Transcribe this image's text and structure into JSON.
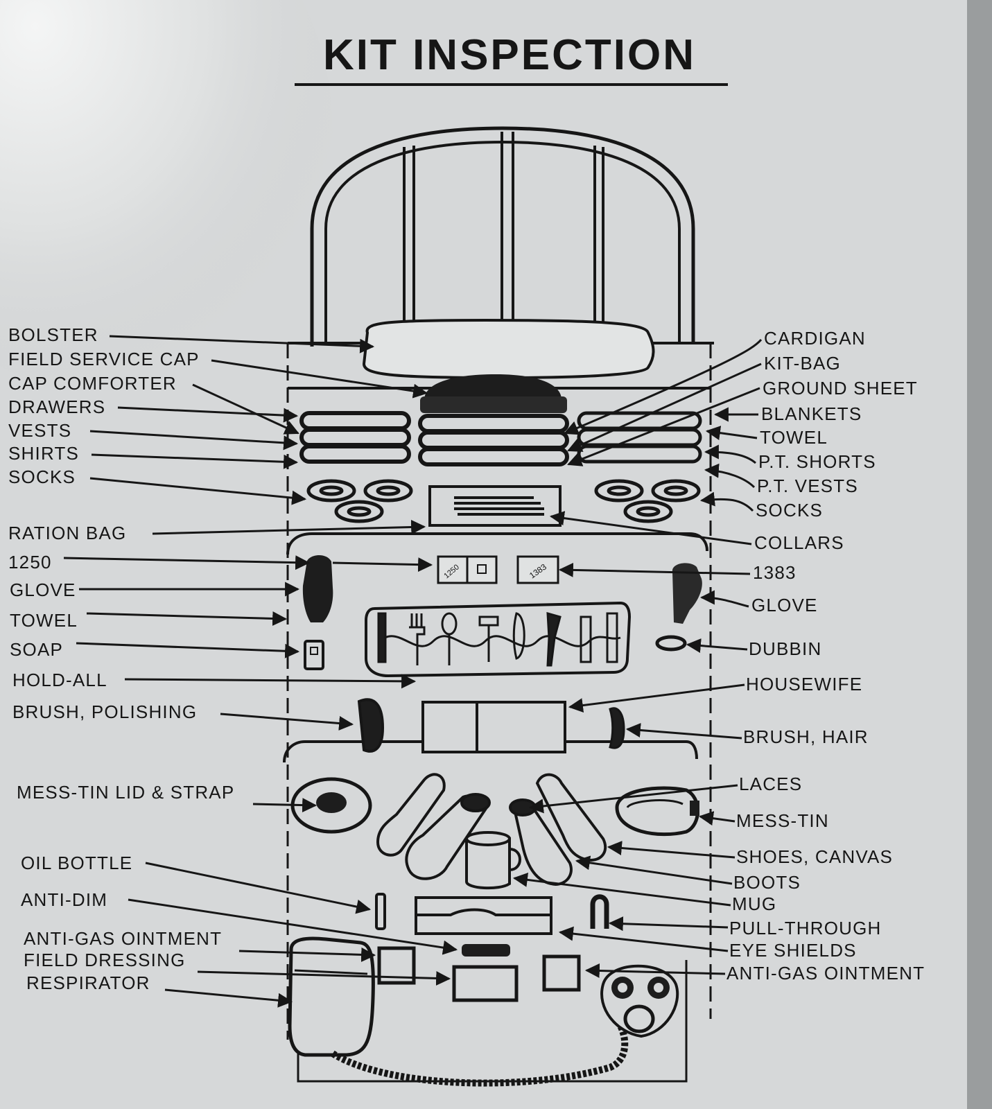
{
  "title": "KIT INSPECTION",
  "left_labels": [
    "BOLSTER",
    "FIELD SERVICE CAP",
    "CAP COMFORTER",
    "DRAWERS",
    "VESTS",
    "SHIRTS",
    "SOCKS",
    "RATION BAG",
    "1250",
    "GLOVE",
    "TOWEL",
    "SOAP",
    "HOLD-ALL",
    "BRUSH, POLISHING",
    "MESS-TIN LID & STRAP",
    "OIL BOTTLE",
    "ANTI-DIM",
    "ANTI-GAS OINTMENT",
    "FIELD DRESSING",
    "RESPIRATOR"
  ],
  "right_labels": [
    "CARDIGAN",
    "KIT-BAG",
    "GROUND SHEET",
    "BLANKETS",
    "TOWEL",
    "P.T. SHORTS",
    "P.T. VESTS",
    "SOCKS",
    "COLLARS",
    "1383",
    "GLOVE",
    "DUBBIN",
    "HOUSEWIFE",
    "BRUSH, HAIR",
    "LACES",
    "MESS-TIN",
    "SHOES, CANVAS",
    "BOOTS",
    "MUG",
    "PULL-THROUGH",
    "EYE SHIELDS",
    "ANTI-GAS OINTMENT"
  ],
  "kit_marks": {
    "left_number": "1250",
    "right_number": "1383"
  },
  "colors": {
    "paper": "#d6d8d9",
    "ink": "#161616"
  }
}
